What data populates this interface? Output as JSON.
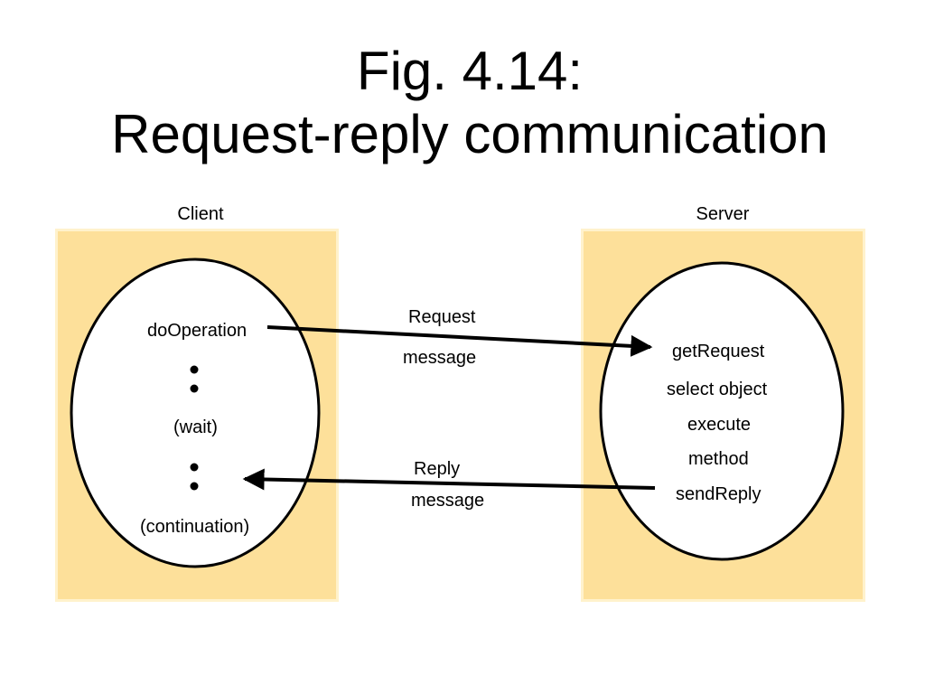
{
  "title": {
    "line1": "Fig. 4.14:",
    "line2": "Request-reply communication"
  },
  "client": {
    "label": "Client",
    "operation": "doOperation",
    "wait": "(wait)",
    "continuation": "(continuation)"
  },
  "server": {
    "label": "Server",
    "steps": [
      "getRequest",
      "select object",
      "execute",
      "method",
      "sendReply"
    ]
  },
  "messages": {
    "request_line1": "Request",
    "request_line2": "message",
    "reply_line1": "Reply",
    "reply_line2": "message"
  },
  "colors": {
    "panel": "#fde09a",
    "arrow": "#000000"
  }
}
